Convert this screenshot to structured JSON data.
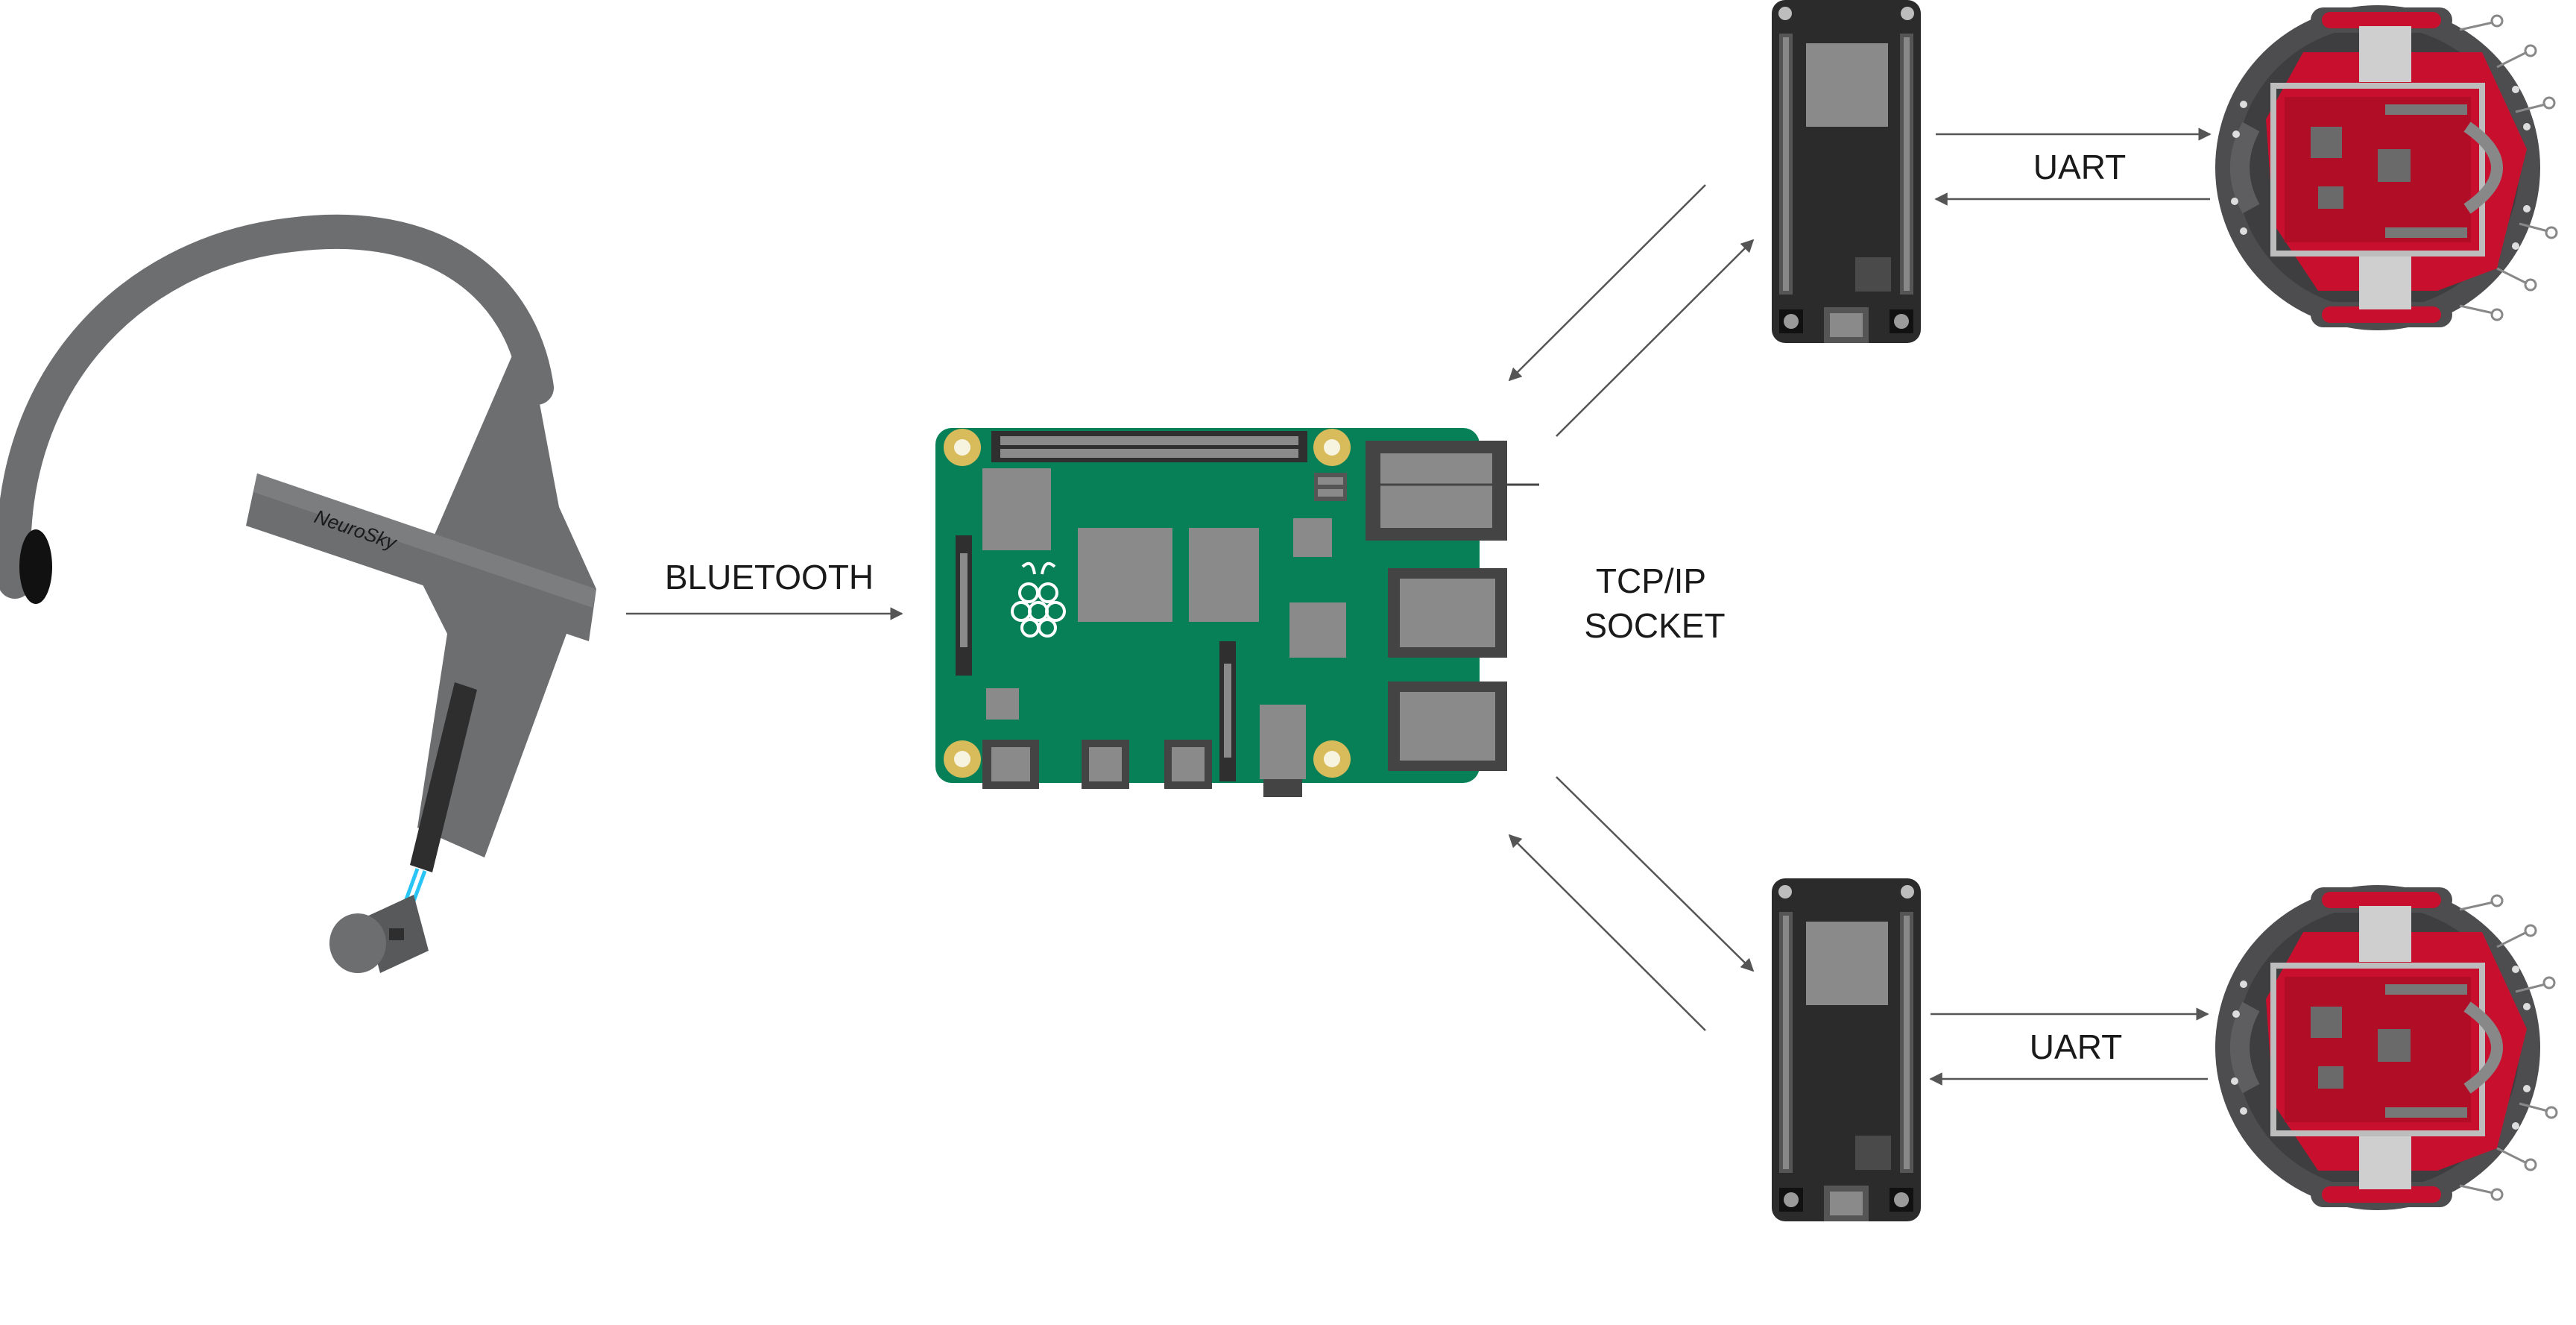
{
  "diagram": {
    "labels": {
      "bluetooth": "BLUETOOTH",
      "tcp_line1": "TCP/IP",
      "tcp_line2": "SOCKET",
      "uart_top": "UART",
      "uart_bottom": "UART"
    },
    "headset_brand": "NeuroSky",
    "colors": {
      "headset_gray": "#6d6e70",
      "headset_dark": "#58595b",
      "pi_green": "#078058",
      "pi_mount_gold": "#d8bb5a",
      "module_black": "#2b2b2b",
      "robot_gray": "#4d4d4f",
      "robot_red": "#c8102e",
      "cable_cyan": "#29c5f6",
      "arrow_gray": "#555555"
    },
    "icons": [
      "eeg-headset",
      "raspberry-pi-board",
      "raspberry-pi-logo",
      "wifi-module",
      "e-puck-robot"
    ]
  }
}
